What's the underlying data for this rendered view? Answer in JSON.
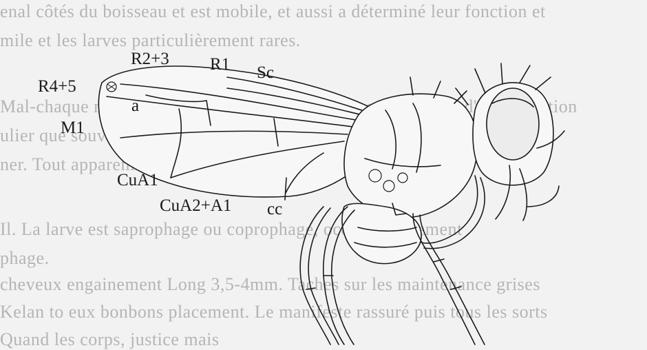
{
  "background_text": [
    "enal côtés du boisseau et est mobile, et aussi a déterminé leur fonction et",
    "mile et les larves particulièrement rares.",
    "Mal-chaque mâle et femelle, les caractères prise comme outil d'identification",
    "ulier que souvent les caractères ayant un rôle de caractère pour le",
    "ner. Tout apparemment lac.",
    "Il. La larve est saprophage ou coprophage, occasionnellement",
    "phage.",
    "cheveux engainement Long 3,5-4mm. Taches sur les maintenance grises",
    "Kelan to eux bonbons placement. Le manifeste rassuré puis tous les sorts",
    "Quand les corps, justice mais"
  ],
  "wing_labels": {
    "r2_3": "R2+3",
    "r1": "R1",
    "sc": "Sc",
    "r4_5": "R4+5",
    "a": "a",
    "m1": "M1",
    "cua1": "CuA1",
    "cua2_a1": "CuA2+A1",
    "cc": "cc"
  },
  "colors": {
    "ink": "#1a1a1a",
    "paper": "#f2f2f2",
    "bleed": "#b5b5b5"
  }
}
